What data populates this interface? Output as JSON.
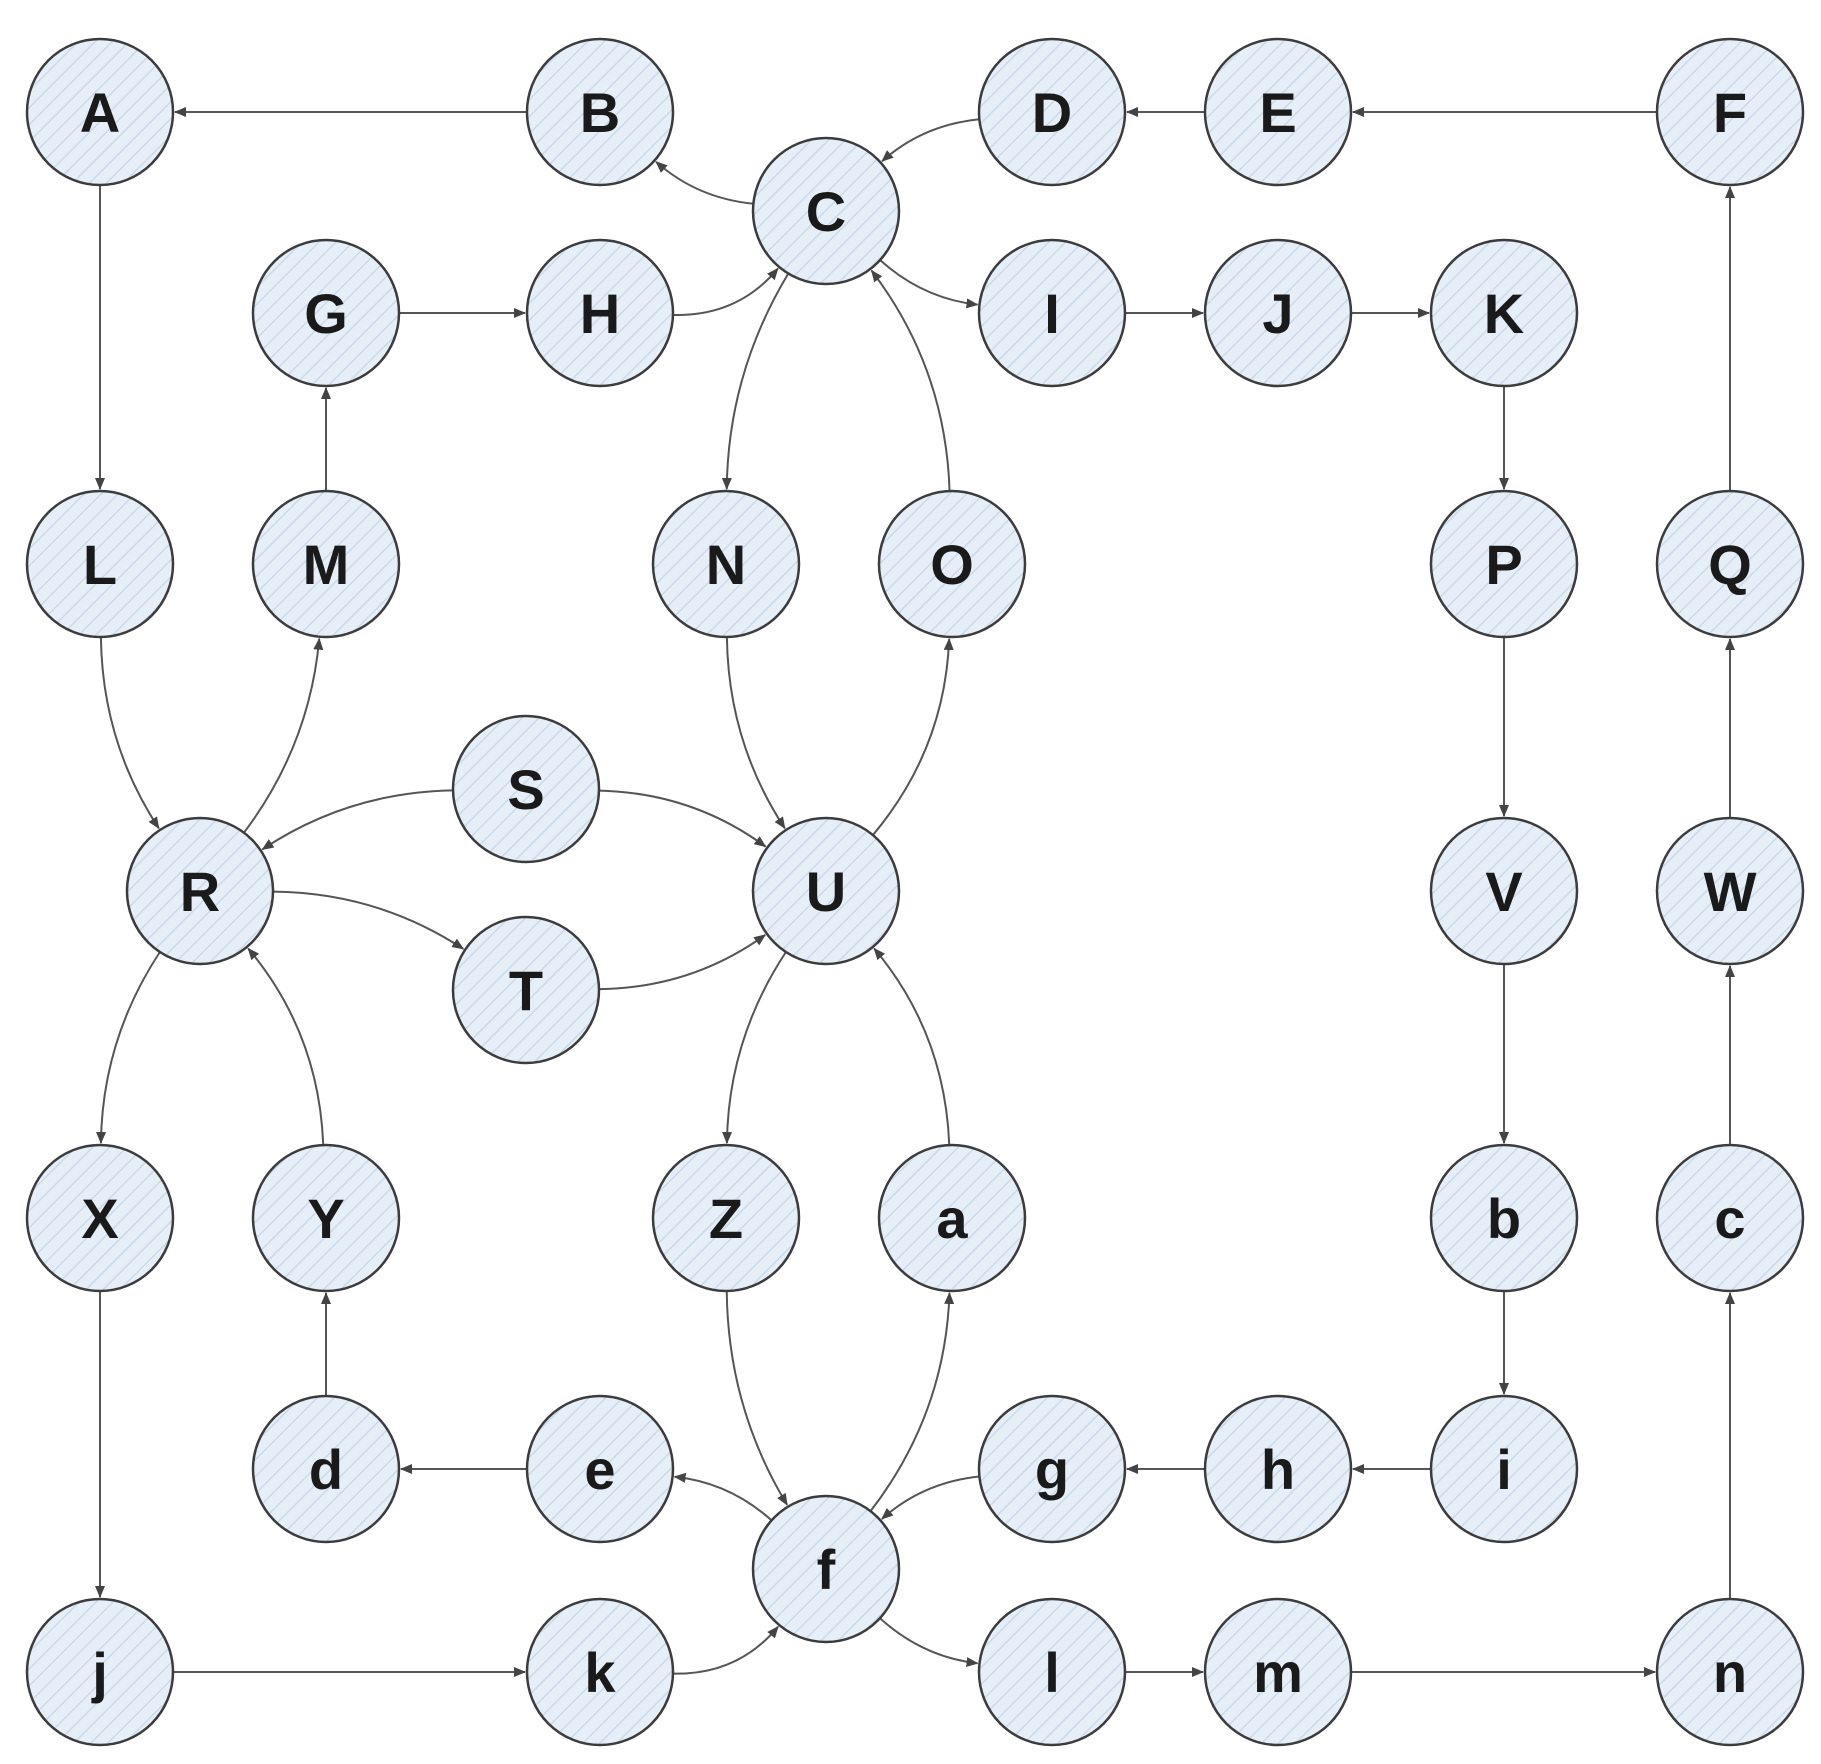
{
  "colors": {
    "node_fill": "#e6eff8",
    "hatch": "#cbd9e8",
    "stroke": "#3c3c3c",
    "edge": "#555555"
  },
  "nodes": [
    {
      "id": "A",
      "label": "A"
    },
    {
      "id": "B",
      "label": "B"
    },
    {
      "id": "C",
      "label": "C"
    },
    {
      "id": "D",
      "label": "D"
    },
    {
      "id": "E",
      "label": "E"
    },
    {
      "id": "F",
      "label": "F"
    },
    {
      "id": "G",
      "label": "G"
    },
    {
      "id": "H",
      "label": "H"
    },
    {
      "id": "I",
      "label": "I"
    },
    {
      "id": "J",
      "label": "J"
    },
    {
      "id": "K",
      "label": "K"
    },
    {
      "id": "L",
      "label": "L"
    },
    {
      "id": "M",
      "label": "M"
    },
    {
      "id": "N",
      "label": "N"
    },
    {
      "id": "O",
      "label": "O"
    },
    {
      "id": "P",
      "label": "P"
    },
    {
      "id": "Q",
      "label": "Q"
    },
    {
      "id": "R",
      "label": "R"
    },
    {
      "id": "S",
      "label": "S"
    },
    {
      "id": "T",
      "label": "T"
    },
    {
      "id": "U",
      "label": "U"
    },
    {
      "id": "V",
      "label": "V"
    },
    {
      "id": "W",
      "label": "W"
    },
    {
      "id": "X",
      "label": "X"
    },
    {
      "id": "Y",
      "label": "Y"
    },
    {
      "id": "Z",
      "label": "Z"
    },
    {
      "id": "a",
      "label": "a"
    },
    {
      "id": "b",
      "label": "b"
    },
    {
      "id": "c",
      "label": "c"
    },
    {
      "id": "d",
      "label": "d"
    },
    {
      "id": "e",
      "label": "e"
    },
    {
      "id": "f",
      "label": "f"
    },
    {
      "id": "g",
      "label": "g"
    },
    {
      "id": "h",
      "label": "h"
    },
    {
      "id": "i",
      "label": "i"
    },
    {
      "id": "j",
      "label": "j"
    },
    {
      "id": "k",
      "label": "k"
    },
    {
      "id": "l",
      "label": "l"
    },
    {
      "id": "m",
      "label": "m"
    },
    {
      "id": "n",
      "label": "n"
    }
  ],
  "edges": [
    {
      "from": "B",
      "to": "A"
    },
    {
      "from": "C",
      "to": "B"
    },
    {
      "from": "D",
      "to": "C"
    },
    {
      "from": "E",
      "to": "D"
    },
    {
      "from": "F",
      "to": "E"
    },
    {
      "from": "A",
      "to": "L"
    },
    {
      "from": "G",
      "to": "H"
    },
    {
      "from": "H",
      "to": "C"
    },
    {
      "from": "C",
      "to": "I"
    },
    {
      "from": "I",
      "to": "J"
    },
    {
      "from": "J",
      "to": "K"
    },
    {
      "from": "K",
      "to": "P"
    },
    {
      "from": "M",
      "to": "G"
    },
    {
      "from": "C",
      "to": "N"
    },
    {
      "from": "O",
      "to": "C"
    },
    {
      "from": "Q",
      "to": "F"
    },
    {
      "from": "L",
      "to": "R"
    },
    {
      "from": "R",
      "to": "M"
    },
    {
      "from": "S",
      "to": "R"
    },
    {
      "from": "S",
      "to": "U"
    },
    {
      "from": "R",
      "to": "T"
    },
    {
      "from": "T",
      "to": "U"
    },
    {
      "from": "N",
      "to": "U"
    },
    {
      "from": "U",
      "to": "O"
    },
    {
      "from": "P",
      "to": "V"
    },
    {
      "from": "W",
      "to": "Q"
    },
    {
      "from": "R",
      "to": "X"
    },
    {
      "from": "Y",
      "to": "R"
    },
    {
      "from": "U",
      "to": "Z"
    },
    {
      "from": "a",
      "to": "U"
    },
    {
      "from": "V",
      "to": "b"
    },
    {
      "from": "c",
      "to": "W"
    },
    {
      "from": "X",
      "to": "j"
    },
    {
      "from": "d",
      "to": "Y"
    },
    {
      "from": "Z",
      "to": "f"
    },
    {
      "from": "f",
      "to": "a"
    },
    {
      "from": "b",
      "to": "i"
    },
    {
      "from": "n",
      "to": "c"
    },
    {
      "from": "e",
      "to": "d"
    },
    {
      "from": "f",
      "to": "e"
    },
    {
      "from": "g",
      "to": "f"
    },
    {
      "from": "h",
      "to": "g"
    },
    {
      "from": "i",
      "to": "h"
    },
    {
      "from": "j",
      "to": "k"
    },
    {
      "from": "k",
      "to": "f"
    },
    {
      "from": "f",
      "to": "l"
    },
    {
      "from": "l",
      "to": "m"
    },
    {
      "from": "m",
      "to": "n"
    }
  ]
}
